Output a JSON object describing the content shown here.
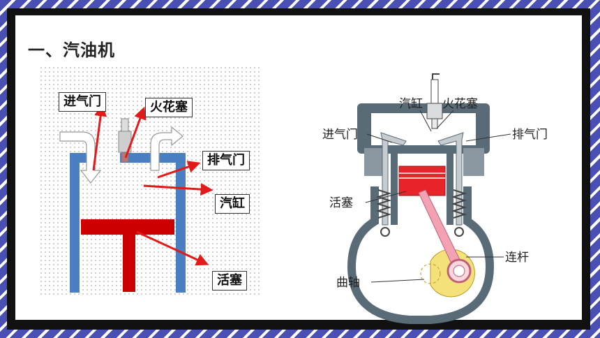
{
  "slide": {
    "title": "一、汽油机"
  },
  "left_diagram": {
    "labels": {
      "intake_valve": "进气门",
      "spark_plug": "火花塞",
      "exhaust_valve": "排气门",
      "cylinder": "汽缸",
      "piston": "活塞"
    },
    "colors": {
      "cylinder": "#4a7fc1",
      "piston": "#cc0000",
      "arrow": "#e31a1a"
    }
  },
  "right_diagram": {
    "labels": {
      "cylinder": "汽缸",
      "spark_plug": "火花塞",
      "intake_valve": "进气门",
      "exhaust_valve": "排气门",
      "piston": "活塞",
      "connecting_rod": "连杆",
      "crankshaft": "曲轴"
    },
    "colors": {
      "body": "#5a6b78",
      "piston": "#e8242a",
      "rod": "#f2a2b3",
      "crank": "#f5e17a"
    }
  }
}
